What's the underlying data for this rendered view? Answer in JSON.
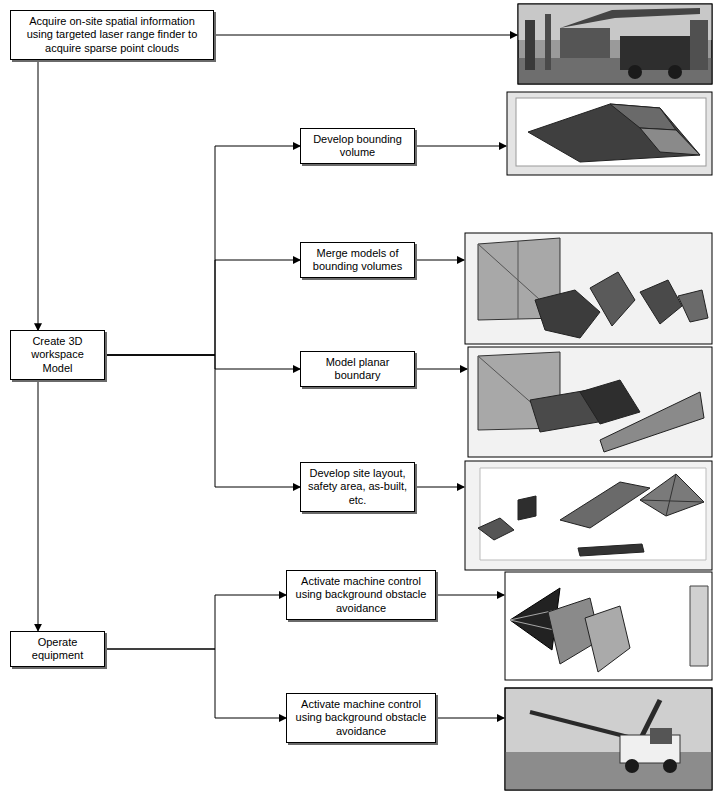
{
  "diagram": {
    "nodes": [
      {
        "text": [
          "Acquire on-site spatial information using targeted laser range finder to acquire sparse point clouds"
        ]
      },
      {
        "text": [
          "Create 3D workspace Model"
        ]
      },
      {
        "text": [
          "Develop bounding volume"
        ]
      },
      {
        "text": [
          "Merge models of bounding volumes"
        ]
      },
      {
        "text": [
          "Model planar boundary"
        ]
      },
      {
        "text": [
          "Develop site layout, safety area, as-built, etc."
        ]
      },
      {
        "text": [
          "Operate equipment"
        ]
      },
      {
        "text": [
          "Activate machine control using background obstacle avoidance"
        ]
      },
      {
        "text": [
          "Activate machine control using background obstacle avoidance"
        ]
      }
    ],
    "edges": [
      {
        "from": 0,
        "to": 1,
        "arrow": "to"
      },
      {
        "from": 1,
        "to": 2,
        "arrow": "to"
      },
      {
        "from": 1,
        "to": 3,
        "arrow": "to"
      },
      {
        "from": 1,
        "to": 4,
        "arrow": "to"
      },
      {
        "from": 1,
        "to": 5,
        "arrow": "to"
      },
      {
        "from": 1,
        "to": 6,
        "arrow": "to"
      },
      {
        "from": 6,
        "to": 7,
        "arrow": "to"
      },
      {
        "from": 6,
        "to": 8,
        "arrow": "to"
      }
    ]
  }
}
